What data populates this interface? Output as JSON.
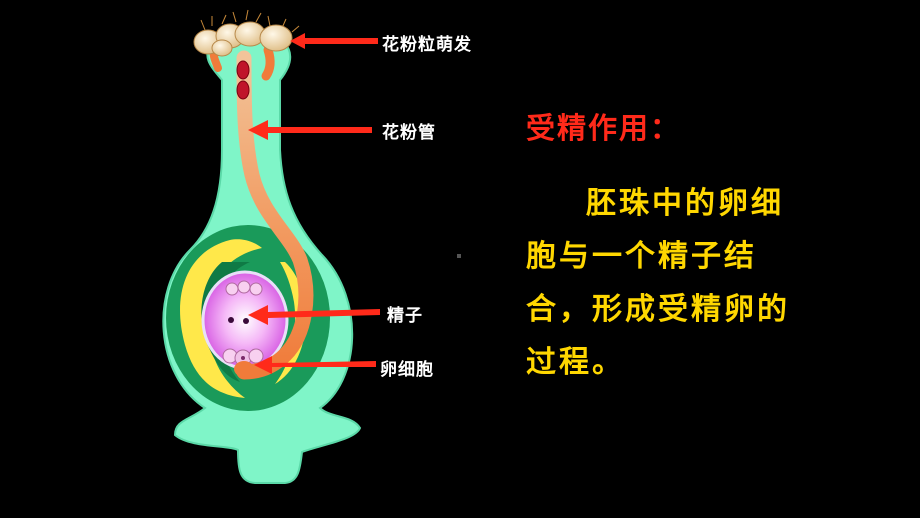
{
  "labels": {
    "pollen_germination": "花粉粒萌发",
    "pollen_tube": "花粉管",
    "sperm": "精子",
    "egg_cell": "卵细胞"
  },
  "heading": "受精作用：",
  "description": "胚珠中的卵细胞与一个精子结合，形成受精卵的过程。",
  "colors": {
    "background": "#000000",
    "pistil": "#7ff5c8",
    "ovule": "#1a9a5a",
    "ovule_layer": "#ffe84a",
    "embryo_sac": "#e97ff0",
    "pollen_tube": "#f07b3a",
    "arrow": "#ff2a1a",
    "heading": "#ff2a1a",
    "body_text": "#ffd700"
  }
}
